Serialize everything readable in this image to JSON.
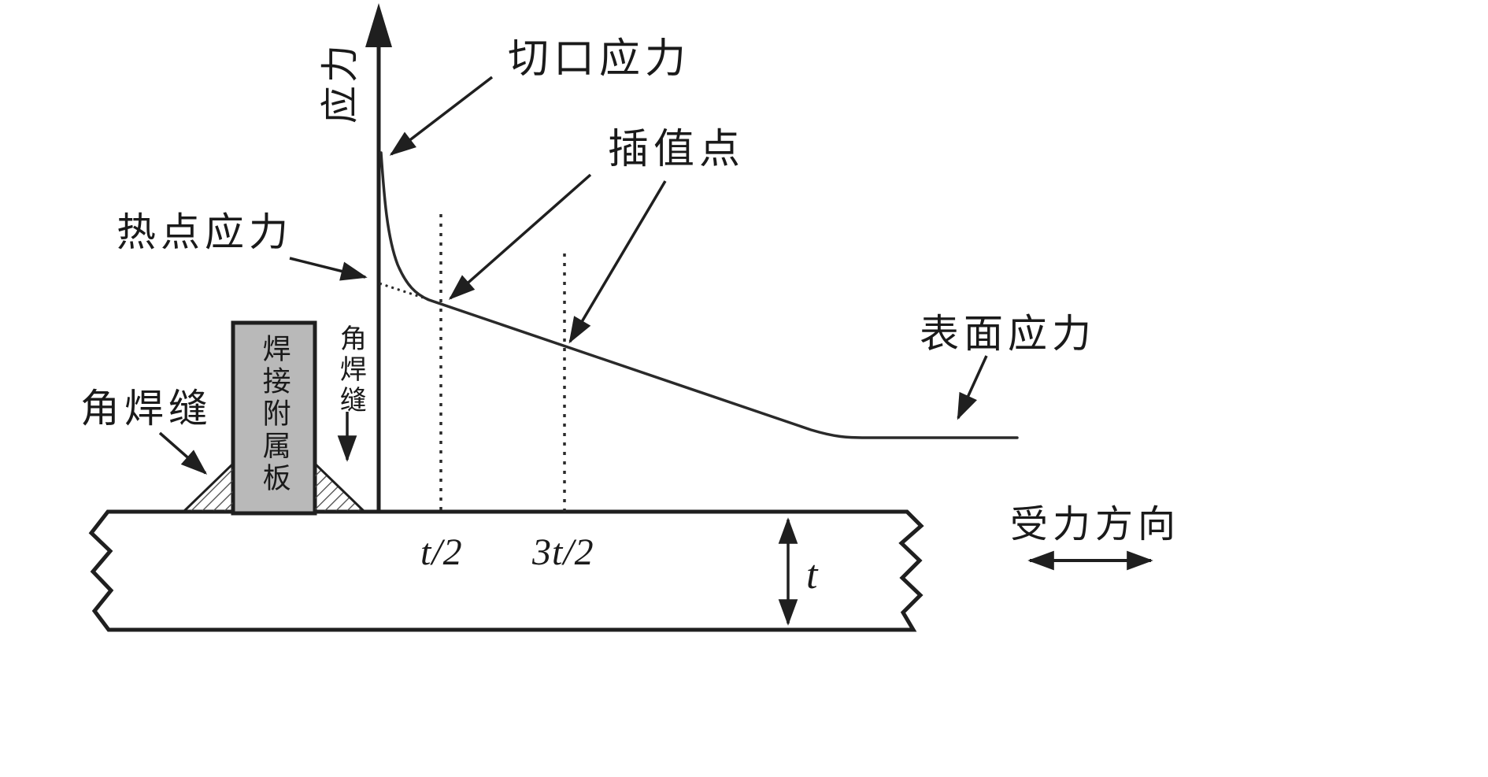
{
  "diagram": {
    "axis": {
      "y_label": "应力"
    },
    "annotations": {
      "notch_stress": "切口应力",
      "interpolation_point": "插值点",
      "hot_spot_stress": "热点应力",
      "surface_stress": "表面应力",
      "fillet_weld_left": "角焊缝",
      "fillet_weld_vertical": "角焊缝",
      "attachment_plate": "焊接附属板",
      "load_direction": "受力方向"
    },
    "measurements": {
      "half_thickness": "t/2",
      "three_half_thickness": "3t/2",
      "thickness": "t"
    },
    "colors": {
      "line": "#1f1f1f",
      "plate_fill": "#b9b9b9",
      "weld_hatch": "#4a4a4a",
      "background": "#ffffff"
    }
  }
}
